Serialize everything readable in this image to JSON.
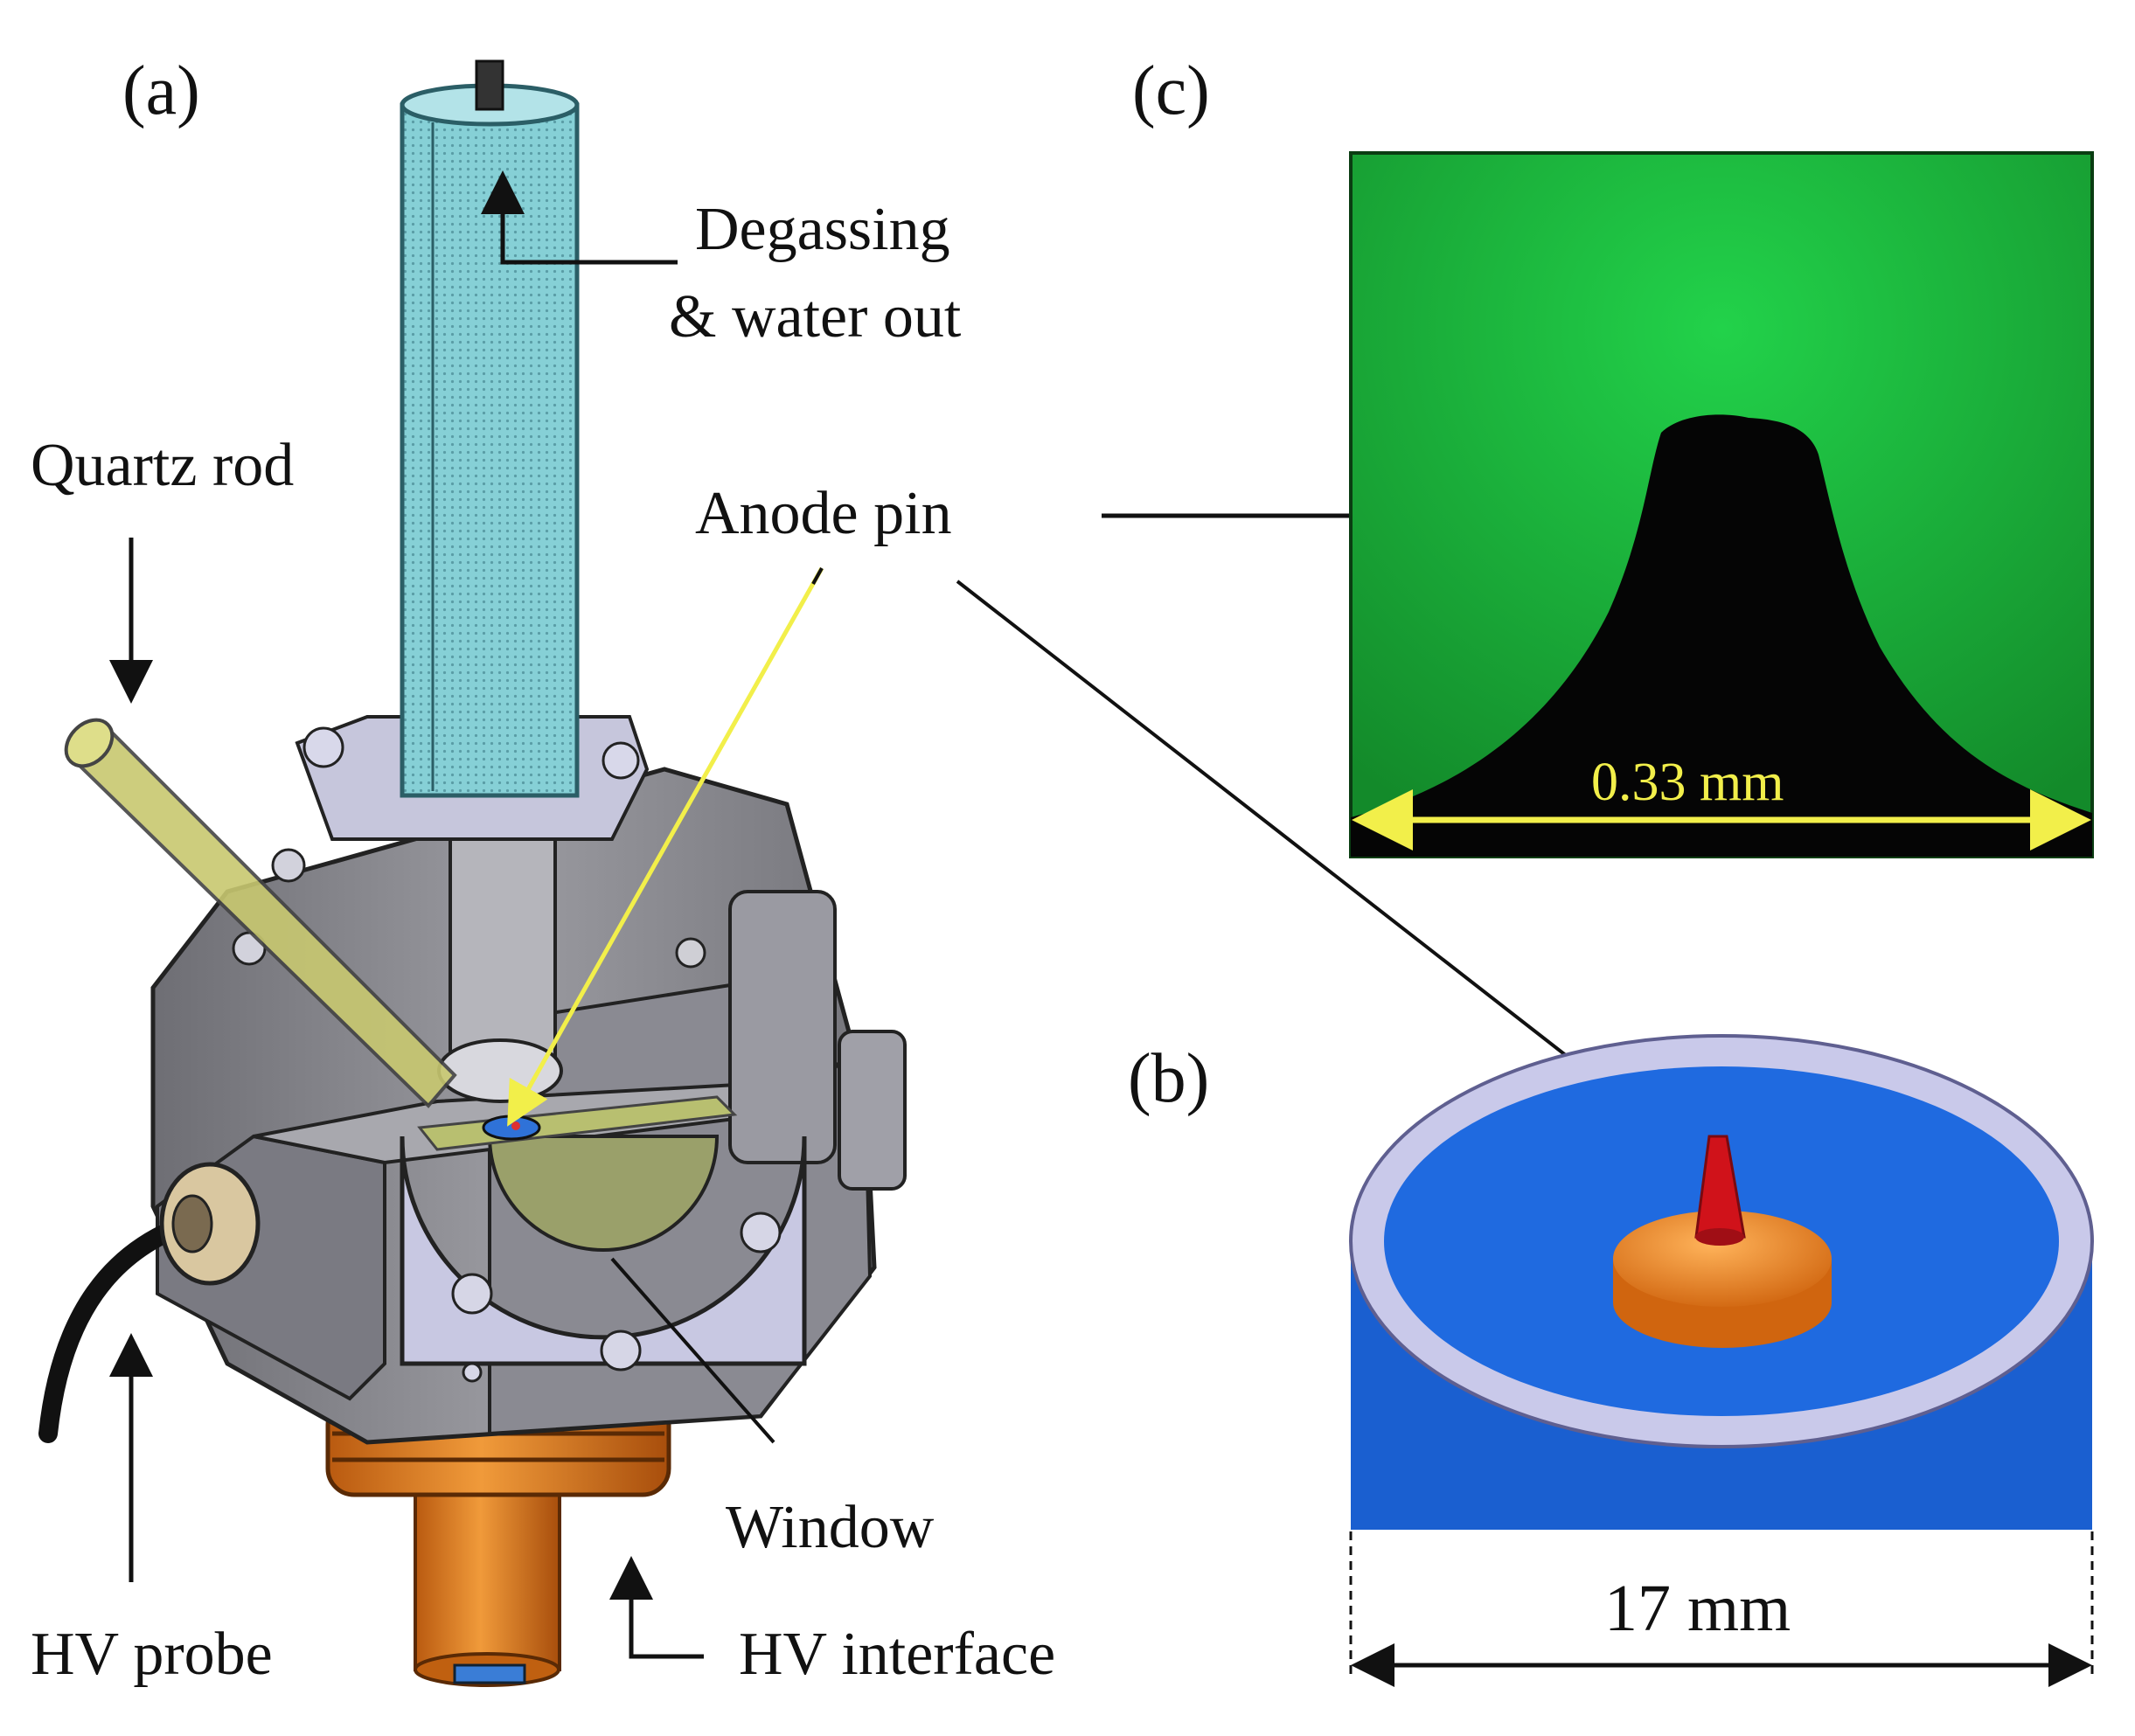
{
  "panels": {
    "a": "(a)",
    "b": "(b)",
    "c": "(c)"
  },
  "labels": {
    "degassing_line1": "Degassing",
    "degassing_line2": "& water out",
    "quartz_rod": "Quartz rod",
    "anode_pin": "Anode pin",
    "window": "Window",
    "hv_probe": "HV probe",
    "hv_interface": "HV interface"
  },
  "dimensions": {
    "photo_width": "0.33 mm",
    "base_diameter": "17 mm"
  },
  "colors": {
    "tube": "#8fd3d8",
    "body": "#8d8d94",
    "flange": "#c8c8e0",
    "orange": "#e07a1f",
    "photo_green": "#1fae3a",
    "dim_yellow": "#f2ef4a",
    "base_blue": "#1a5fd0",
    "pin_red": "#d0121a"
  }
}
